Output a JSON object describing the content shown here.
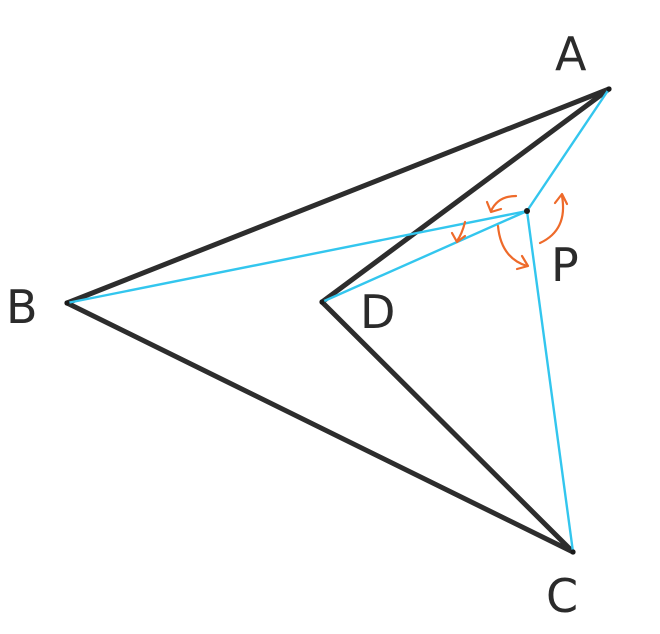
{
  "points": {
    "A": {
      "label": "A"
    },
    "B": {
      "label": "B"
    },
    "C": {
      "label": "C"
    },
    "D": {
      "label": "D"
    },
    "P": {
      "label": "P"
    }
  },
  "colors": {
    "quadrilateral": "#2d2d2d",
    "segments": "#33c6ee",
    "angle_marks": "#ee6a2a",
    "background": "#ffffff"
  }
}
